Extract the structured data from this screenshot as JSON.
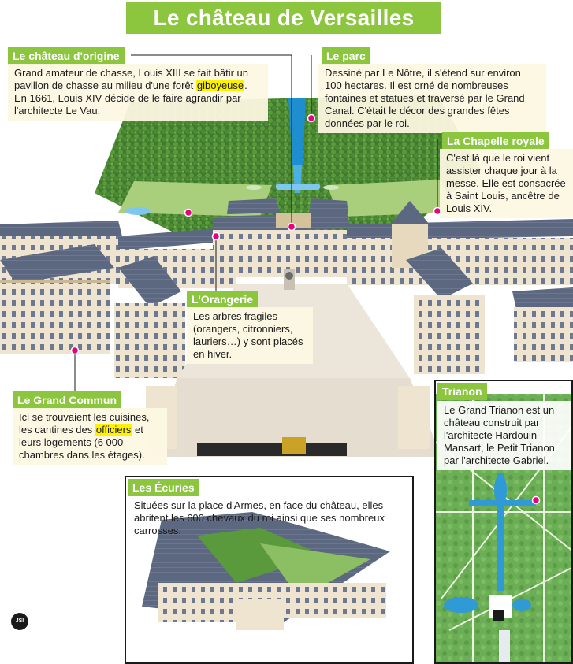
{
  "page": {
    "title": "Le château de Versailles"
  },
  "sections": {
    "chateau_origine": {
      "label": "Le château d'origine",
      "text_before": "Grand amateur de chasse, Louis XIII se fait bâtir un pavillon de chasse au milieu d'une forêt ",
      "highlight": "giboyeuse",
      "text_after": ". En 1661, Louis XIV décide de le faire agrandir par l'architecte Le Vau."
    },
    "parc": {
      "label": "Le parc",
      "text": "Dessiné par Le Nôtre, il s'étend sur environ 100 hectares. Il est orné de nombreuses fontaines et statues et traversé par le Grand Canal. C'était le décor des grandes fêtes données par le roi."
    },
    "chapelle": {
      "label": "La Chapelle royale",
      "text": "C'est là que le roi vient assister chaque jour à la messe. Elle est consacrée à Saint Louis, ancêtre de Louis XIV."
    },
    "orangerie": {
      "label": "L'Orangerie",
      "text": "Les arbres fragiles (orangers, citronniers, lauriers…) y sont placés en hiver."
    },
    "grand_commun": {
      "label": "Le Grand Commun",
      "text_before": "Ici se trouvaient les cuisines, les cantines des ",
      "highlight": "officiers",
      "text_after": " et leurs logements (6 000 chambres dans les étages)."
    },
    "ecuries": {
      "label": "Les Écuries",
      "text": "Situées sur la place d'Armes, en face du château, elles abritent les 600 chevaux du roi ainsi que ses nombreux carrosses."
    },
    "trianon": {
      "label": "Trianon",
      "text": "Le Grand Trianon est un château construit par l'architecte Hardouin-Mansart, le Petit Trianon par l'architecte Gabriel."
    }
  },
  "logo": {
    "text": "JSI"
  },
  "colors": {
    "accent_green": "#8cc63f",
    "marker_pink": "#e6007e",
    "text_box_bg": "#fdf8e2",
    "highlight_yellow": "#fff200"
  }
}
